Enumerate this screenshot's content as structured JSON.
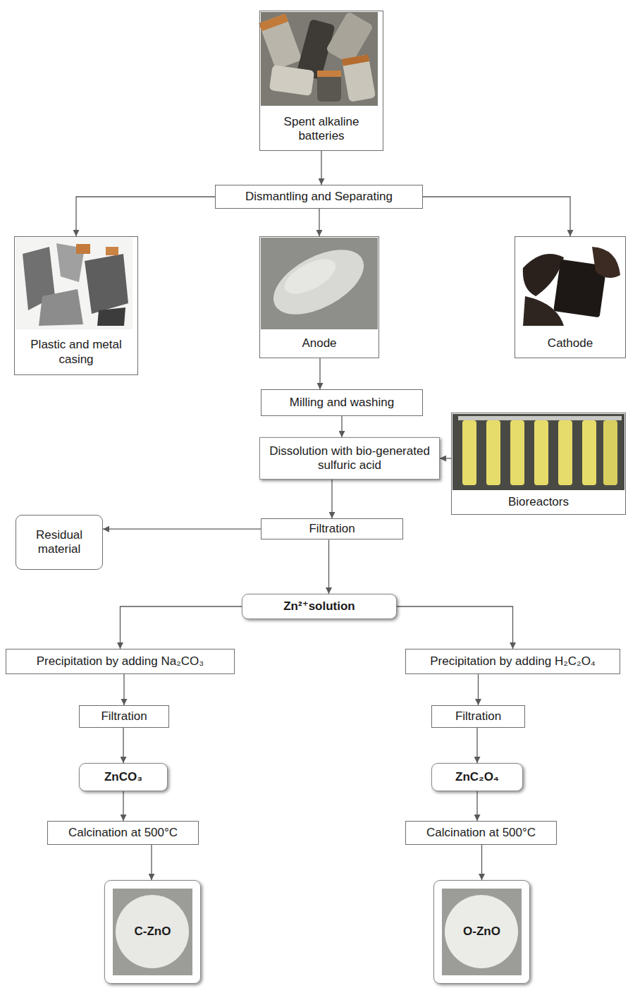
{
  "diagram": {
    "nodes": [
      {
        "text": [
          "Spent alkaline batteries"
        ]
      },
      {
        "text": [
          "Dismantling and Separating"
        ]
      },
      {
        "text": [
          "Plastic and metal casing"
        ]
      },
      {
        "text": [
          "Anode"
        ]
      },
      {
        "text": [
          "Cathode"
        ]
      },
      {
        "text": [
          "Milling and washing"
        ]
      },
      {
        "text": [
          "Dissolution with bio-generated sulfuric acid"
        ]
      },
      {
        "text": [
          "Bioreactors"
        ]
      },
      {
        "text": [
          "Filtration"
        ]
      },
      {
        "text": [
          "Residual material"
        ]
      },
      {
        "text": [
          "Zn²⁺solution"
        ]
      },
      {
        "text": [
          "Precipitation by adding Na₂CO₃"
        ]
      },
      {
        "text": [
          "Precipitation by adding H₂C₂O₄"
        ]
      },
      {
        "text": [
          "Filtration"
        ]
      },
      {
        "text": [
          "Filtration"
        ]
      },
      {
        "text": [
          "ZnCO₃"
        ]
      },
      {
        "text": [
          "ZnC₂O₄"
        ]
      },
      {
        "text": [
          "Calcination at 500°C"
        ]
      },
      {
        "text": [
          "Calcination at 500°C"
        ]
      },
      {
        "text": [
          "C-ZnO"
        ]
      },
      {
        "text": [
          "O-ZnO"
        ]
      }
    ],
    "edges": [
      {
        "from": 0,
        "to": 1,
        "arrow": "to"
      },
      {
        "from": 1,
        "to": 2,
        "arrow": "to"
      },
      {
        "from": 1,
        "to": 3,
        "arrow": "to"
      },
      {
        "from": 1,
        "to": 4,
        "arrow": "to"
      },
      {
        "from": 3,
        "to": 5,
        "arrow": "to"
      },
      {
        "from": 5,
        "to": 6,
        "arrow": "to"
      },
      {
        "from": 7,
        "to": 6,
        "arrow": "to"
      },
      {
        "from": 6,
        "to": 8,
        "arrow": "to"
      },
      {
        "from": 8,
        "to": 9,
        "arrow": "to"
      },
      {
        "from": 8,
        "to": 10,
        "arrow": "to"
      },
      {
        "from": 10,
        "to": 11,
        "arrow": "to"
      },
      {
        "from": 10,
        "to": 12,
        "arrow": "to"
      },
      {
        "from": 11,
        "to": 13,
        "arrow": "to"
      },
      {
        "from": 12,
        "to": 14,
        "arrow": "to"
      },
      {
        "from": 13,
        "to": 15,
        "arrow": "to"
      },
      {
        "from": 14,
        "to": 16,
        "arrow": "to"
      },
      {
        "from": 15,
        "to": 17,
        "arrow": "to"
      },
      {
        "from": 16,
        "to": 18,
        "arrow": "to"
      },
      {
        "from": 17,
        "to": 19,
        "arrow": "to"
      },
      {
        "from": 18,
        "to": 20,
        "arrow": "to"
      }
    ]
  }
}
